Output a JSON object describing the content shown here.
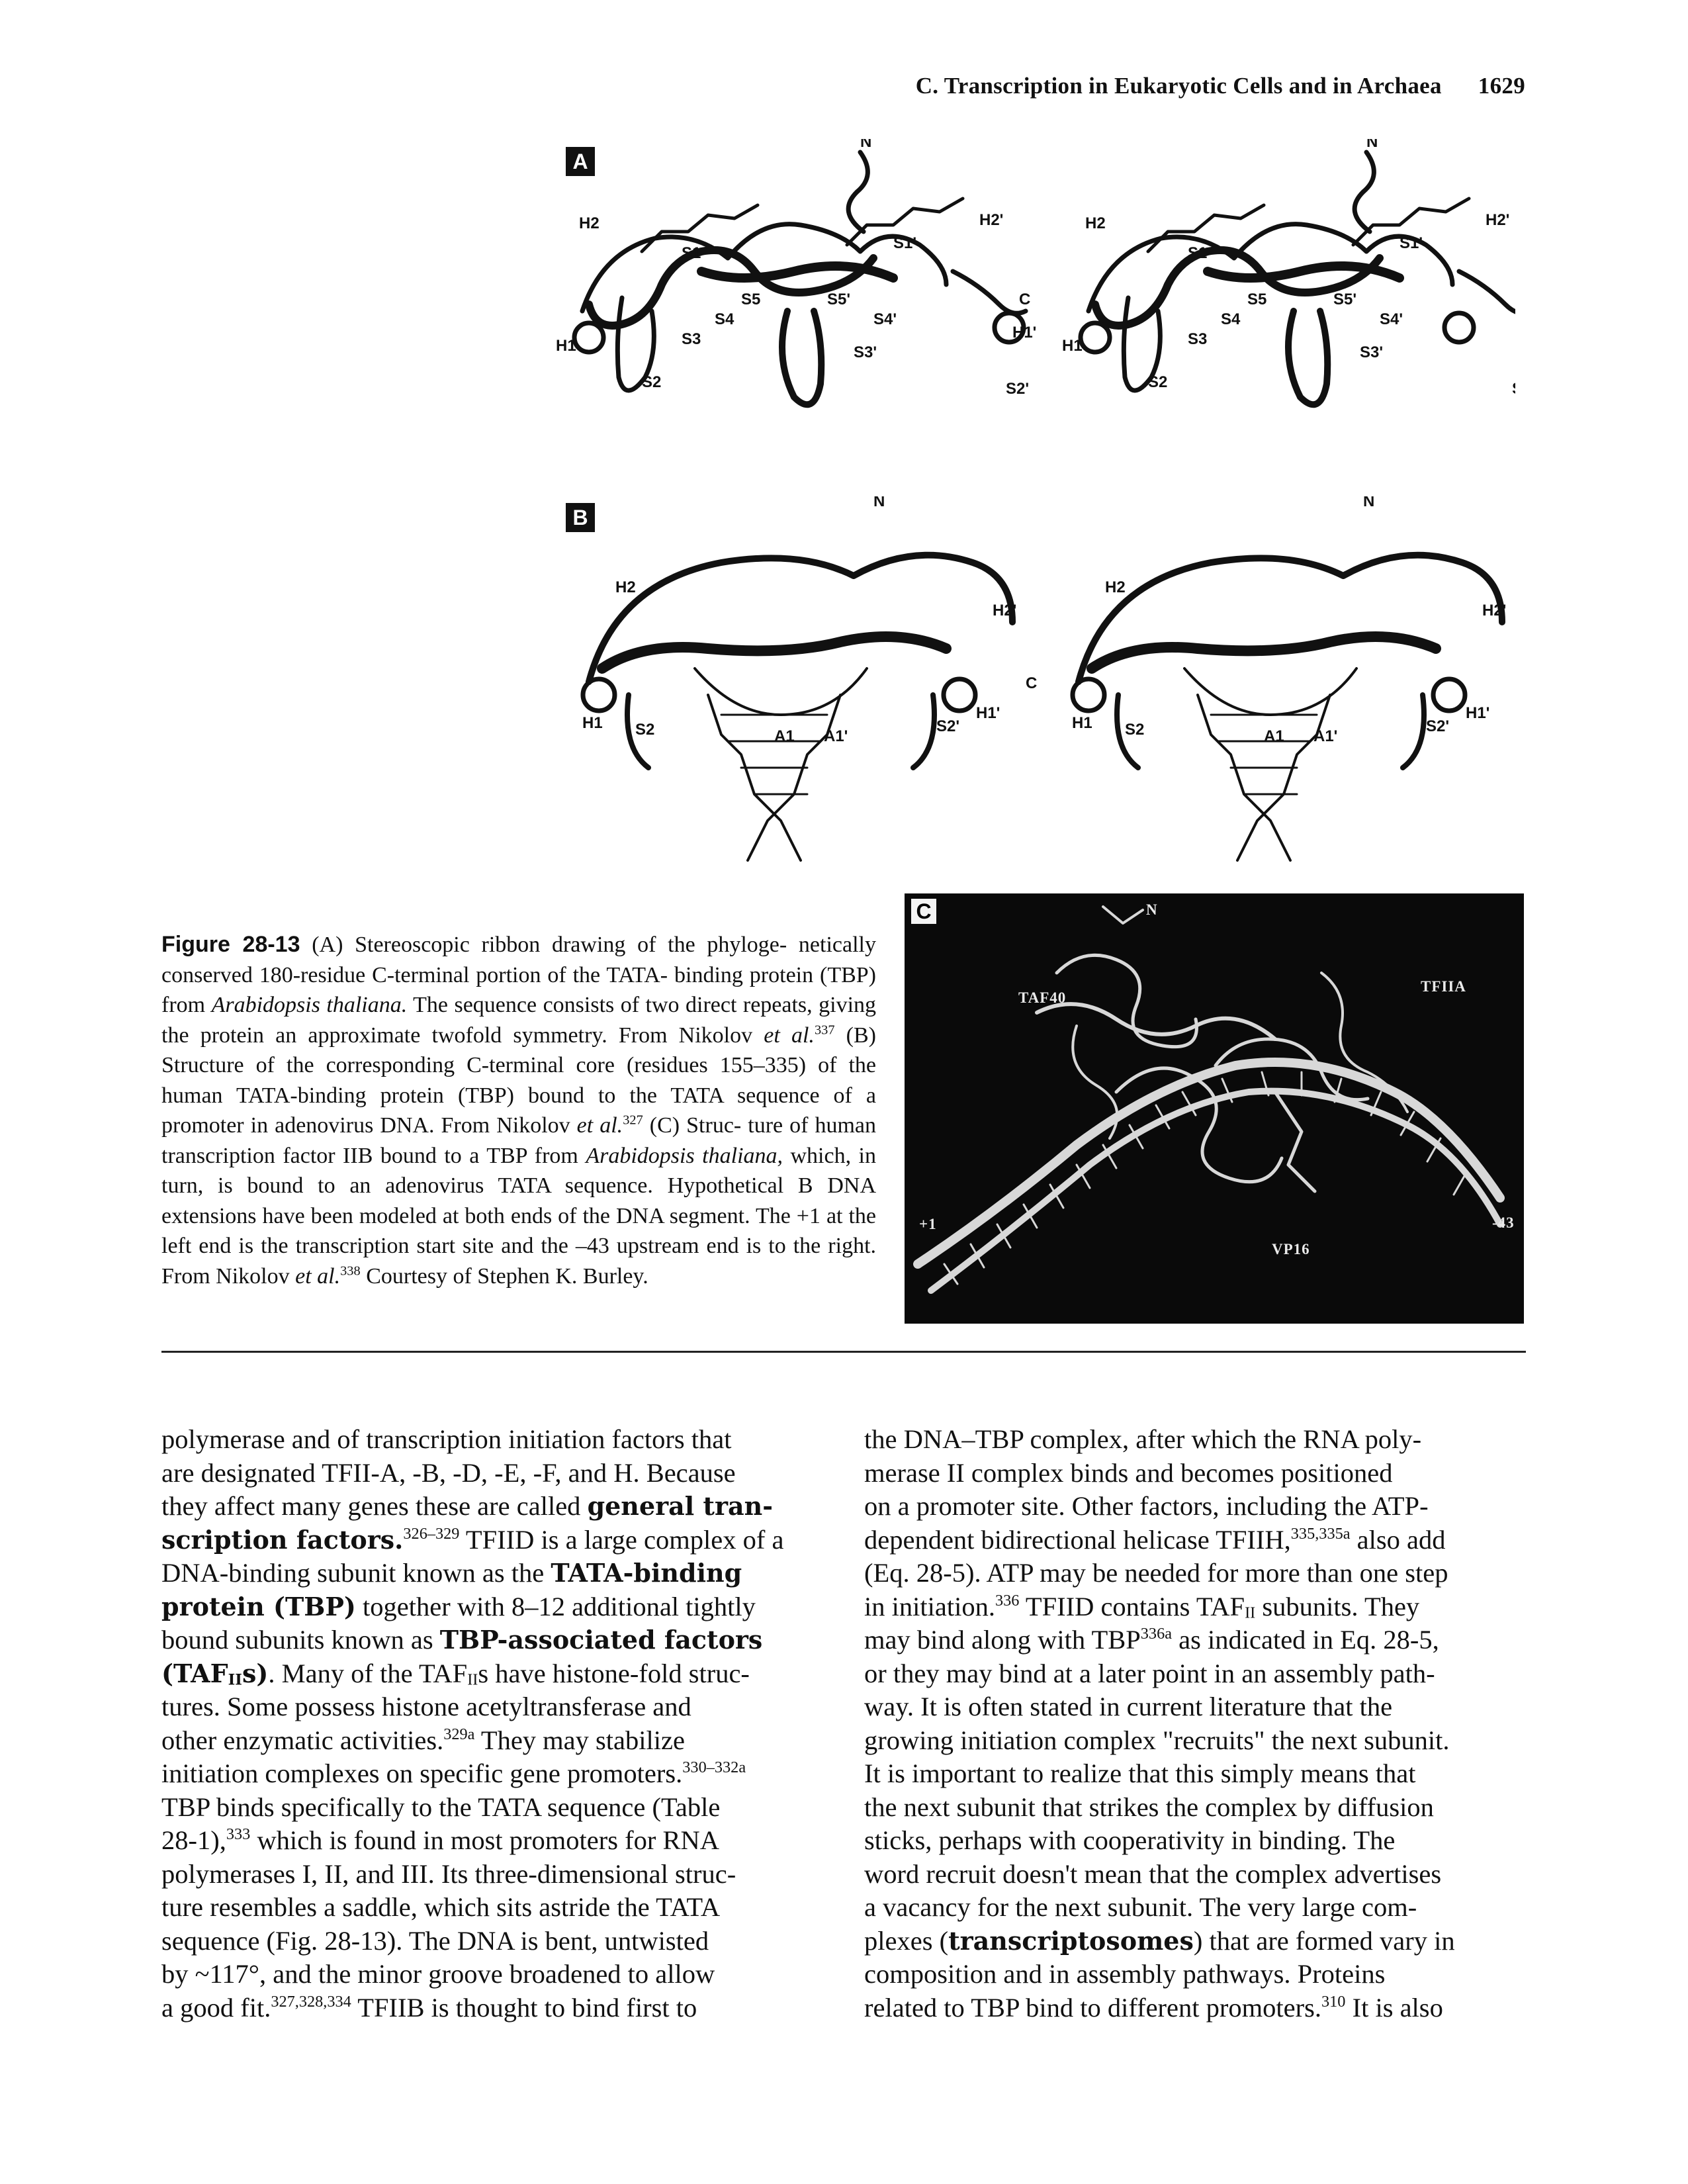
{
  "running_head": {
    "title": "C. Transcription in Eukaryotic Cells and in Archaea",
    "page_number": "1629"
  },
  "figure": {
    "panel_a": {
      "label": "A",
      "ribbon_labels": [
        "N",
        "H2",
        "H2'",
        "S1",
        "S1'",
        "S5",
        "S5'",
        "S4",
        "S4'",
        "S3",
        "S3'",
        "H1",
        "H1'",
        "S2",
        "S2'",
        "C"
      ]
    },
    "panel_b": {
      "label": "B",
      "ribbon_labels": [
        "N",
        "H2",
        "H2'",
        "H1",
        "H1'",
        "S2",
        "S2'",
        "A1",
        "A1'",
        "C"
      ]
    },
    "panel_c": {
      "label": "C",
      "labels": {
        "n": "N",
        "taf40": "TAF40",
        "tfiia": "TFIIA",
        "vp16": "VP16",
        "plus1": "+1",
        "minus43": "-43"
      }
    },
    "caption": {
      "figure_number": "Figure 28-13",
      "l01": "(A) Stereoscopic ribbon drawing of the phyloge-",
      "l02": "netically conserved 180-residue C-terminal portion of the TATA-",
      "l03a": "binding protein (TBP) from ",
      "l03b": "Arabidopsis thaliana.",
      "l03c": " The sequence",
      "l04": "consists of two direct repeats, giving the protein an approximate",
      "l05a": "twofold symmetry. From Nikolov ",
      "l05b": "et al.",
      "l05c": "337",
      "l05d": " (B) Structure of the",
      "l06": "corresponding C-terminal core (residues 155–335) of the human",
      "l07": "TATA-binding protein (TBP) bound to the TATA sequence of a",
      "l08a": "promoter in adenovirus DNA. From Nikolov ",
      "l08b": "et al.",
      "l08c": "327",
      "l08d": " (C) Struc-",
      "l09": "ture of human transcription factor IIB bound to a TBP from",
      "l10a": "Arabidopsis thaliana,",
      "l10b": " which, in turn, is bound to an adenovirus",
      "l11": "TATA sequence. Hypothetical B DNA extensions have been",
      "l12": "modeled at both ends of the DNA segment. The +1 at the left end",
      "l13": "is the transcription start site and the –43 upstream end is to the",
      "l14a": "right. From Nikolov ",
      "l14b": "et al.",
      "l14c": "338",
      "l14d": " Courtesy of Stephen K. Burley."
    }
  },
  "body": {
    "left": {
      "l01": "polymerase and of transcription initiation factors that",
      "l02": "are designated TFII-A, -B, -D, -E, -F, and H. Because",
      "l03a": "they affect many genes these are called ",
      "l03b": "general tran-",
      "l04a": "scription factors.",
      "l04b": "326–329",
      "l04c": " TFIID is a large complex of a",
      "l05a": "DNA-binding subunit known as the ",
      "l05b": "TATA-binding",
      "l06a": "protein (TBP)",
      "l06b": " together with 8–12 additional tightly",
      "l07a": "bound subunits known as ",
      "l07b": "TBP-associated factors",
      "l08a": "(TAF",
      "l08b": "II",
      "l08c": "s)",
      "l08d": ". Many of the TAF",
      "l08e": "II",
      "l08f": "s have histone-fold struc-",
      "l09": "tures. Some possess histone acetyltransferase and",
      "l10a": "other enzymatic activities.",
      "l10b": "329a",
      "l10c": " They may stabilize",
      "l11a": "initiation complexes on specific gene promoters.",
      "l11b": "330–332a",
      "l12": "TBP binds specifically to the TATA sequence (Table",
      "l13a": "28-1),",
      "l13b": "333",
      "l13c": " which is found in most promoters for RNA",
      "l14": "polymerases I, II, and III. Its three-dimensional struc-",
      "l15": "ture resembles a saddle, which sits astride the TATA",
      "l16": "sequence (Fig. 28-13). The DNA is bent, untwisted",
      "l17": "by ~117°, and the minor groove broadened to allow",
      "l18a": "a good fit.",
      "l18b": "327,328,334",
      "l18c": " TFIIB is thought to bind first to"
    },
    "right": {
      "l01": "the DNA–TBP complex, after which the RNA poly-",
      "l02": "merase II complex binds and becomes positioned",
      "l03": "on a promoter site. Other factors, including the ATP-",
      "l04a": "dependent bidirectional helicase TFIIH,",
      "l04b": "335,335a",
      "l04c": " also add",
      "l05": "(Eq. 28-5). ATP may be needed for more than one step",
      "l06a": "in initiation.",
      "l06b": "336",
      "l06c": " TFIID contains TAF",
      "l06d": "II",
      "l06e": " subunits. They",
      "l07a": "may bind along with TBP",
      "l07b": "336a",
      "l07c": " as indicated in Eq. 28-5,",
      "l08": "or they may bind at a later point in an assembly path-",
      "l09": "way. It is often stated in current literature that the",
      "l10": "growing initiation complex \"recruits\" the next subunit.",
      "l11": "It is important to realize that this simply means that",
      "l12": "the next subunit that strikes the complex by diffusion",
      "l13": "sticks, perhaps with cooperativity in binding. The",
      "l14": "word recruit doesn't mean that the complex advertises",
      "l15": "a vacancy for the next subunit. The very large com-",
      "l16a": "plexes (",
      "l16b": "transcriptosomes",
      "l16c": ") that are formed vary in",
      "l17": "composition and in assembly pathways. Proteins",
      "l18a": "related to TBP bind to different promoters.",
      "l18b": "310",
      "l18c": " It is also"
    }
  }
}
